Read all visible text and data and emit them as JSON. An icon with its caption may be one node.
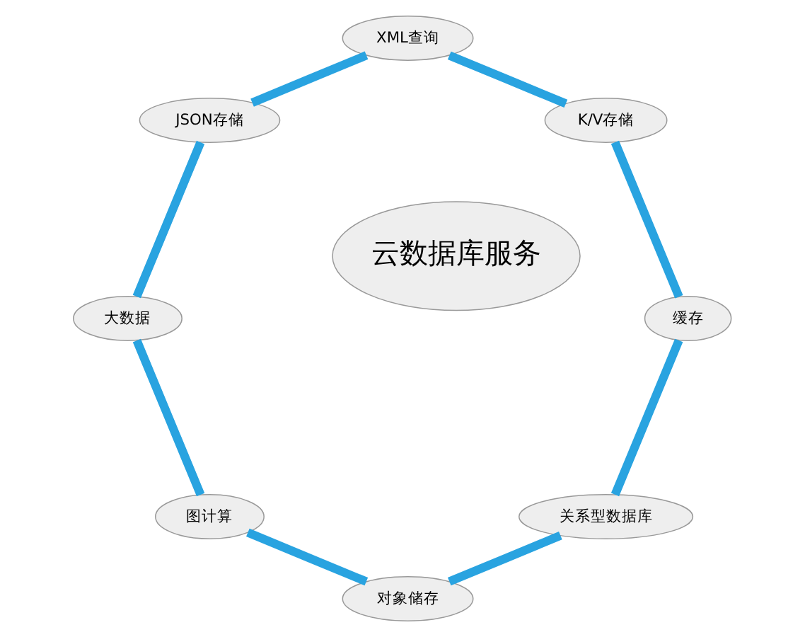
{
  "diagram": {
    "nodes": [
      {
        "text": [
          "云数据库服务"
        ]
      },
      {
        "text": [
          "关系型数据库"
        ]
      },
      {
        "text": [
          "对象储存"
        ]
      },
      {
        "text": [
          "图计算"
        ]
      },
      {
        "text": [
          "大数据"
        ]
      },
      {
        "text": [
          "JSON存储"
        ]
      },
      {
        "text": [
          "XML查询"
        ]
      },
      {
        "text": [
          "K/V存储"
        ]
      },
      {
        "text": [
          "缓存"
        ]
      }
    ],
    "edges": [
      {
        "from": 1,
        "to": 2,
        "arrow": "none"
      },
      {
        "from": 2,
        "to": 3,
        "arrow": "none"
      },
      {
        "from": 3,
        "to": 4,
        "arrow": "none"
      },
      {
        "from": 4,
        "to": 5,
        "arrow": "none"
      },
      {
        "from": 5,
        "to": 6,
        "arrow": "none"
      },
      {
        "from": 6,
        "to": 7,
        "arrow": "none"
      },
      {
        "from": 7,
        "to": 8,
        "arrow": "none"
      },
      {
        "from": 8,
        "to": 1,
        "arrow": "none"
      }
    ]
  }
}
